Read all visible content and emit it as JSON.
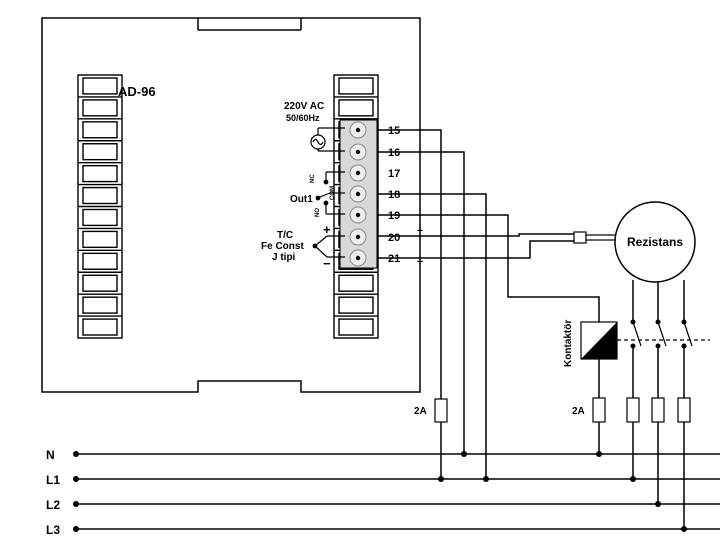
{
  "device": {
    "model": "AD-96",
    "supply_line1": "220V AC",
    "supply_line2": "50/60Hz",
    "relay_label": "Out1",
    "relay_nc": "NC",
    "relay_com": "COM",
    "relay_no": "NO",
    "tc_line1": "T/C",
    "tc_line2": "Fe Const",
    "tc_line3": "J tipi",
    "tc_plus": "+",
    "tc_minus": "−"
  },
  "terminals": [
    "15",
    "16",
    "17",
    "18",
    "19",
    "20",
    "21"
  ],
  "probe": {
    "plus": "+",
    "minus": "−"
  },
  "load": {
    "heater": "Rezistans",
    "contactor": "Kontaktör"
  },
  "fuses": {
    "control": "2A",
    "contactor": "2A"
  },
  "lines": [
    "N",
    "L1",
    "L2",
    "L3"
  ]
}
